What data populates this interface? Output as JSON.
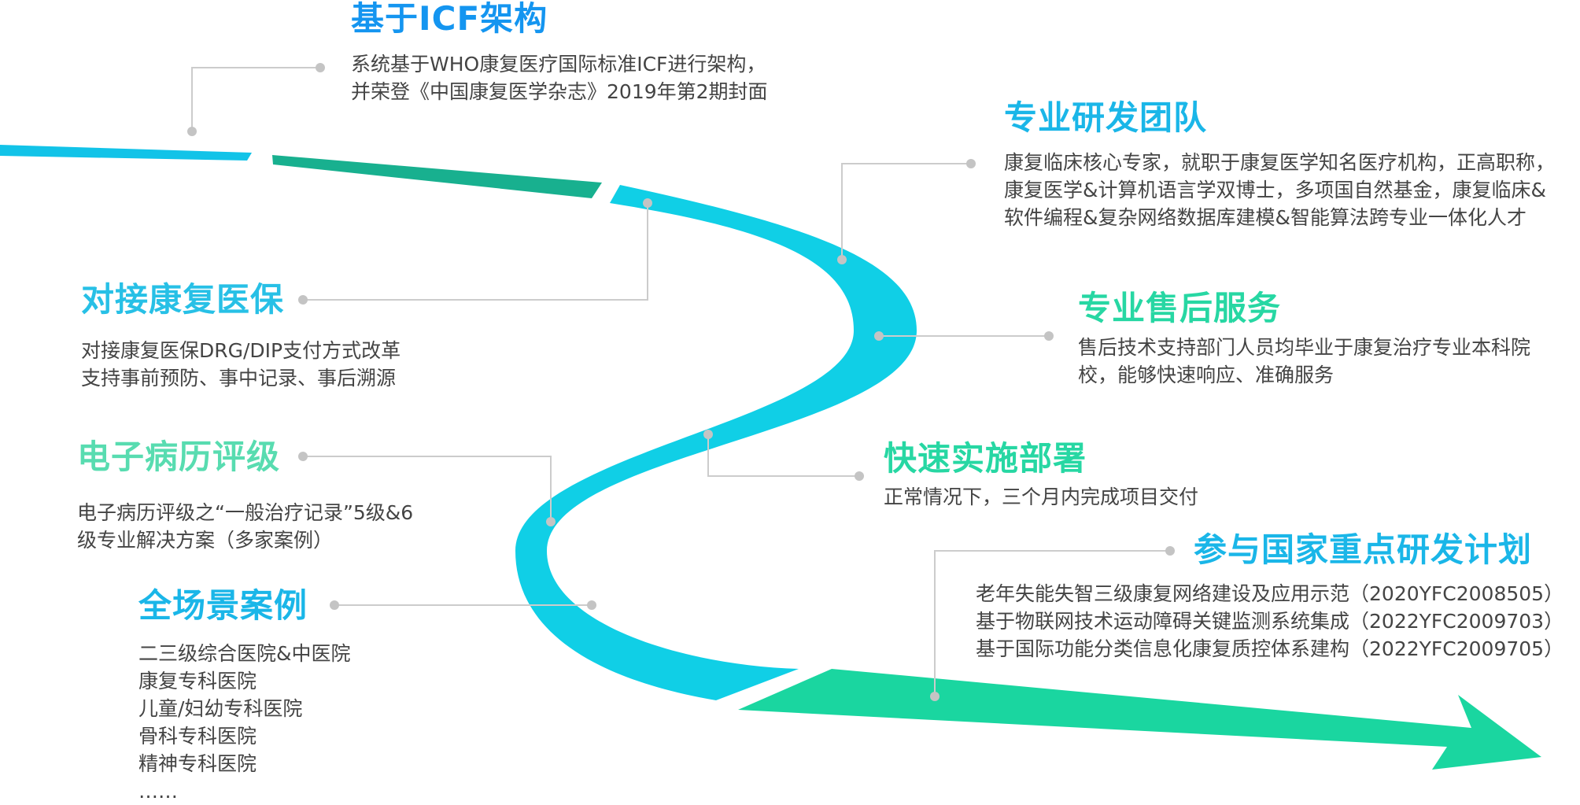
{
  "colors": {
    "track_cyan": "#10cfe6",
    "track_teal": "#16b191",
    "arrow_green": "#1ad6a0",
    "connector": "#c8c8c8",
    "text": "#444444"
  },
  "sections": [
    {
      "key": "icf",
      "title": "基于ICF架构",
      "lines": [
        "系统基于WHO康复医疗国际标准ICF进行架构，",
        "并荣登《中国康复医学杂志》2019年第2期封面"
      ]
    },
    {
      "key": "team",
      "title": "专业研发团队",
      "lines": [
        "康复临床核心专家，就职于康复医学知名医疗机构，正高职称，",
        "康复医学&计算机语言学双博士，多项国自然基金，康复临床&",
        "软件编程&复杂网络数据库建模&智能算法跨专业一体化人才"
      ]
    },
    {
      "key": "insurance",
      "title": "对接康复医保",
      "lines": [
        "对接康复医保DRG/DIP支付方式改革",
        "支持事前预防、事中记录、事后溯源"
      ]
    },
    {
      "key": "aftersales",
      "title": "专业售后服务",
      "lines": [
        "售后技术支持部门人员均毕业于康复治疗专业本科院",
        "校，能够快速响应、准确服务"
      ]
    },
    {
      "key": "emr",
      "title": "电子病历评级",
      "lines": [
        "电子病历评级之“一般治疗记录”5级&6",
        "级专业解决方案（多家案例）"
      ]
    },
    {
      "key": "deploy",
      "title": "快速实施部署",
      "lines": [
        "正常情况下，三个月内完成项目交付"
      ]
    },
    {
      "key": "cases",
      "title": "全场景案例",
      "lines": [
        "二三级综合医院&中医院",
        "康复专科医院",
        "儿童/妇幼专科医院",
        "骨科专科医院",
        "精神专科医院",
        "……"
      ]
    },
    {
      "key": "national",
      "title": "参与国家重点研发计划",
      "lines": [
        "老年失能失智三级康复网络建设及应用示范（2020YFC2008505）",
        "基于物联网技术运动障碍关键监测系统集成（2022YFC2009703）",
        "基于国际功能分类信息化康复质控体系建构（2022YFC2009705）"
      ]
    }
  ]
}
